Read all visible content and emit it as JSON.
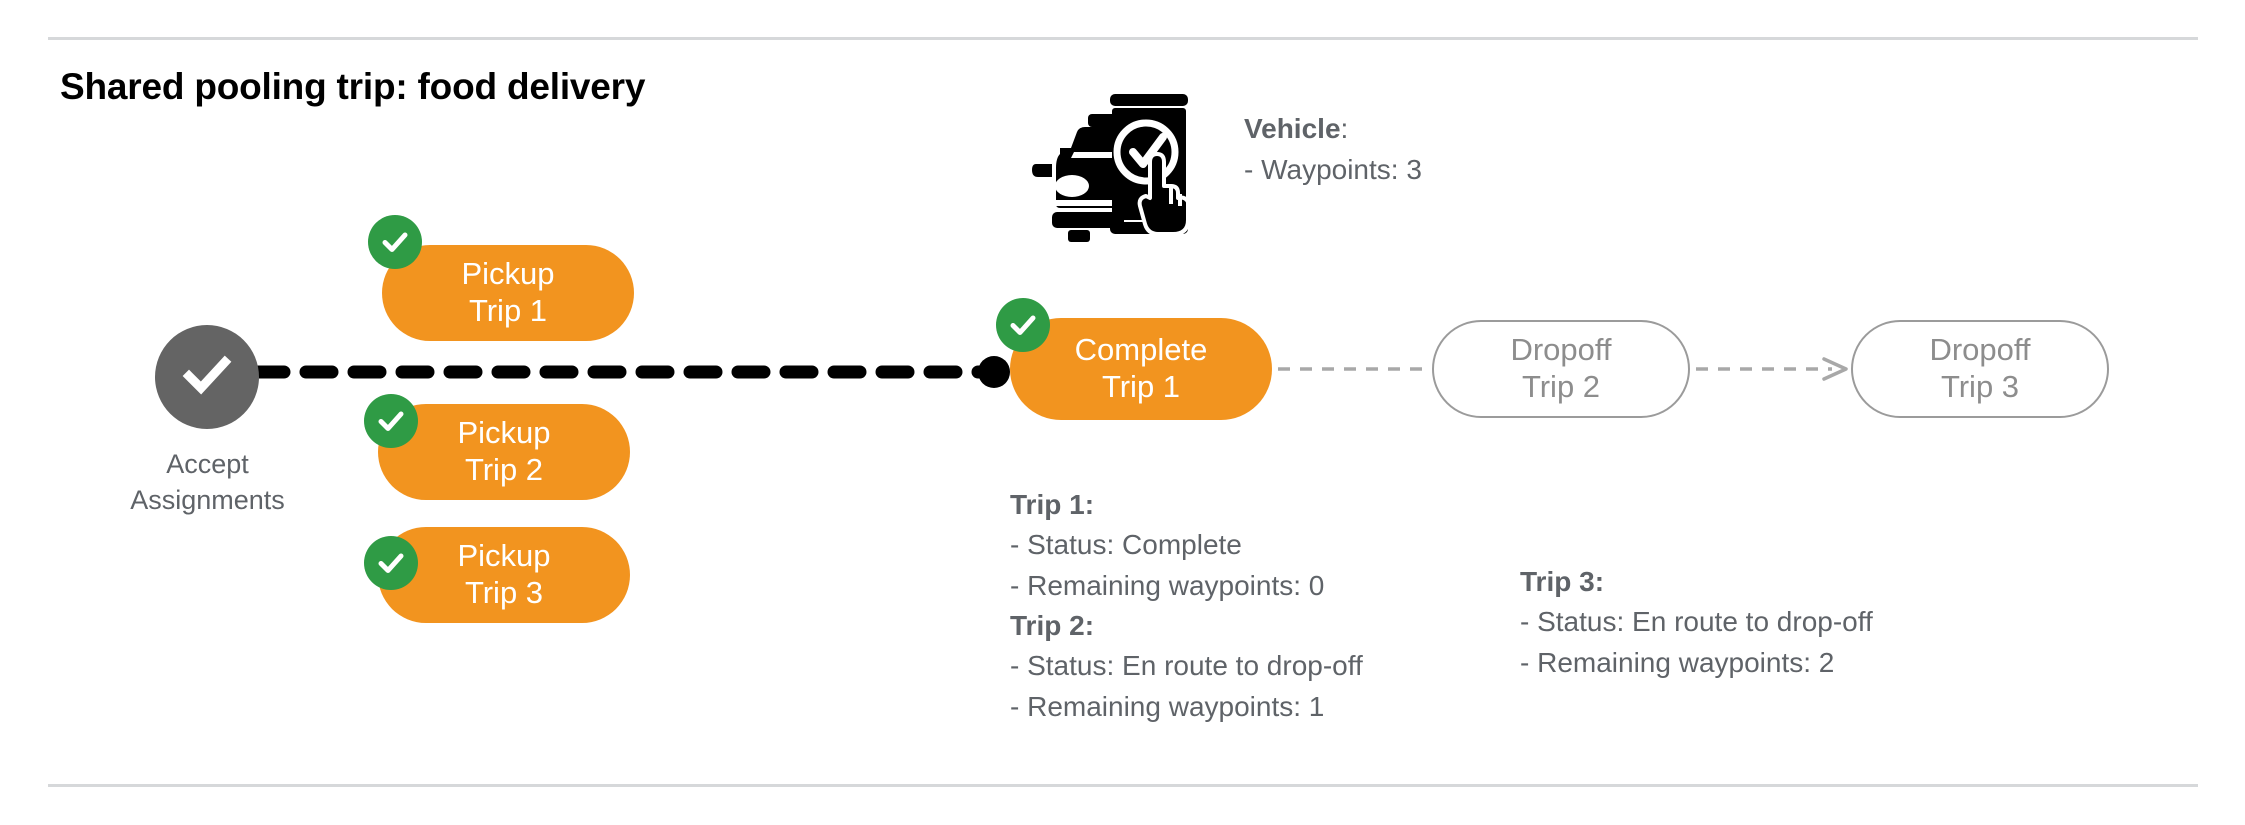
{
  "slide": {
    "title": "Shared pooling trip: food delivery",
    "colors": {
      "orange": "#F2941F",
      "green": "#2F9B45",
      "gray_text": "#5F6368",
      "ghost_border": "#9b9b9b",
      "accept_gray": "#646464",
      "divider": "#d6d8da"
    }
  },
  "accept_node": {
    "icon": "check-circle-icon",
    "label_line1": "Accept",
    "label_line2": "Assignments"
  },
  "pickups": [
    {
      "line1": "Pickup",
      "line2": "Trip 1",
      "checked": true
    },
    {
      "line1": "Pickup",
      "line2": "Trip 2",
      "checked": true
    },
    {
      "line1": "Pickup",
      "line2": "Trip 3",
      "checked": true
    }
  ],
  "complete_node": {
    "line1": "Complete",
    "line2": "Trip 1",
    "checked": true
  },
  "dropoffs": [
    {
      "line1": "Dropoff",
      "line2": "Trip 2"
    },
    {
      "line1": "Dropoff",
      "line2": "Trip 3"
    }
  ],
  "vehicle": {
    "icon": "car-phone-check-icon",
    "label": "Vehicle",
    "label_suffix": ":",
    "waypoints_line": "- Waypoints: 3"
  },
  "trips": [
    {
      "header": "Trip 1:",
      "status_line": "- Status:  Complete",
      "waypoints_line": "- Remaining waypoints: 0"
    },
    {
      "header": "Trip 2:",
      "status_line": "- Status:  En route to drop-off",
      "waypoints_line": "- Remaining waypoints: 1"
    },
    {
      "header": "Trip 3:",
      "status_line": "- Status:  En route to drop-off",
      "waypoints_line": "- Remaining waypoints: 2"
    }
  ]
}
